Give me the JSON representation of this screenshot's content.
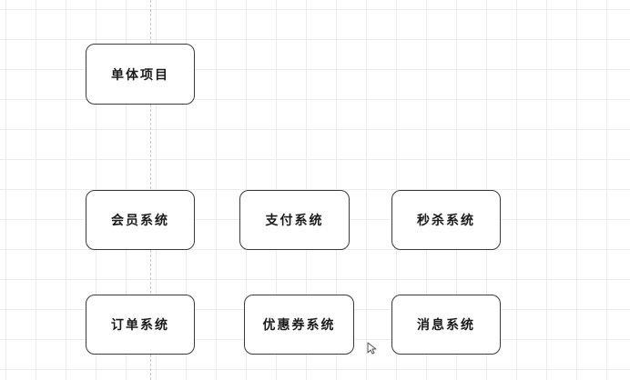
{
  "diagram": {
    "nodes": [
      {
        "id": "monolith",
        "label": "单体项目"
      },
      {
        "id": "member",
        "label": "会员系统"
      },
      {
        "id": "payment",
        "label": "支付系统"
      },
      {
        "id": "seckill",
        "label": "秒杀系统"
      },
      {
        "id": "order",
        "label": "订单系统"
      },
      {
        "id": "coupon",
        "label": "优惠券系统"
      },
      {
        "id": "message",
        "label": "消息系统"
      }
    ]
  },
  "colors": {
    "border": "#3a3a3a",
    "grid": "#ececec",
    "text": "#1a1a1a"
  },
  "icons": {
    "cursor": "mouse-pointer-icon"
  }
}
